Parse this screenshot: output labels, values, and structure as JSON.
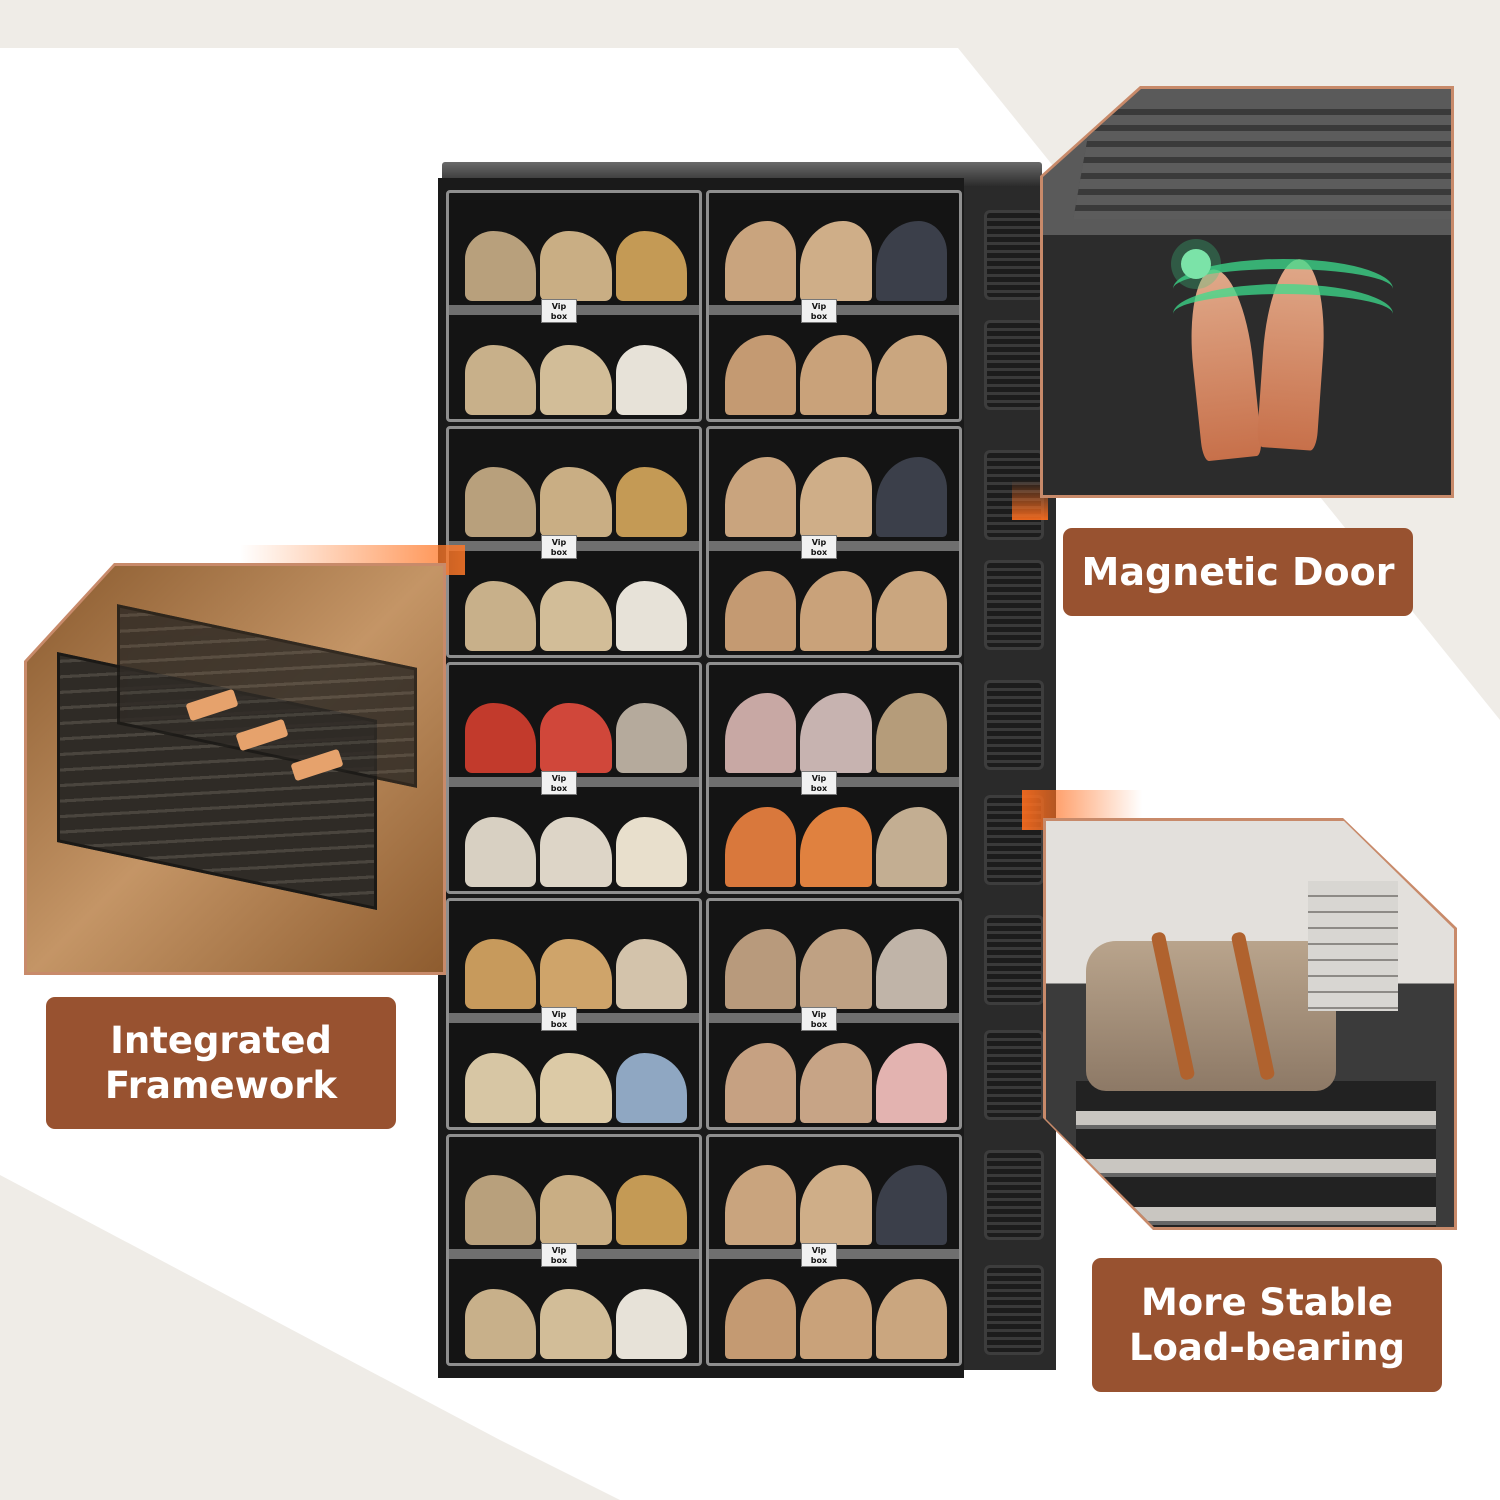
{
  "features": [
    {
      "id": "magnetic",
      "label": "Magnetic Door"
    },
    {
      "id": "framework",
      "label_line1": "Integrated",
      "label_line2": "Framework"
    },
    {
      "id": "stable",
      "label_line1": "More Stable",
      "label_line2": "Load-bearing"
    }
  ],
  "product": {
    "shelf_label_line1": "Vip",
    "shelf_label_line2": "box",
    "columns": 2,
    "rows": 5,
    "compartment_tiers": 2
  },
  "colors": {
    "label_bg": "#985230",
    "label_text": "#ffffff",
    "panel_border": "#c88a6a",
    "accent_glow": "#ff7a28",
    "background_light": "#efece7",
    "cabinet_black": "#1a1a1a"
  }
}
